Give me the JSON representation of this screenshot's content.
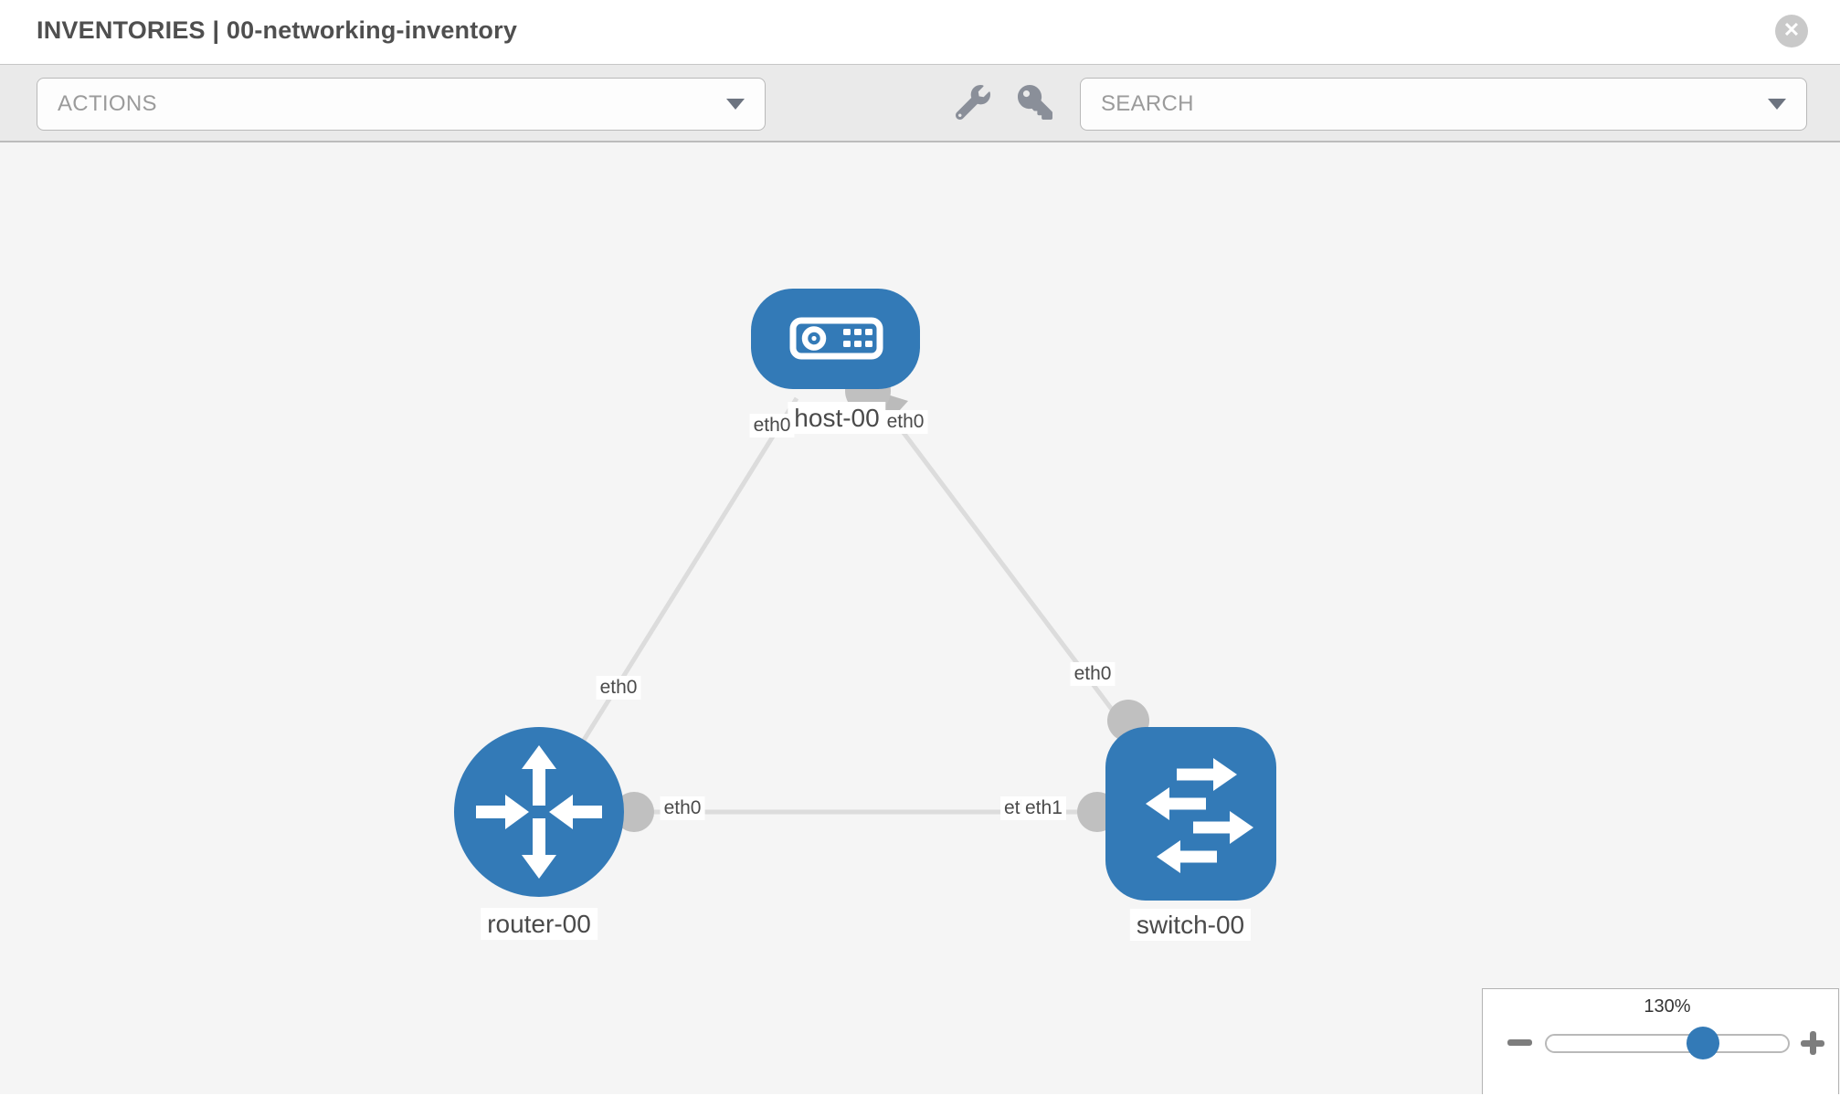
{
  "header": {
    "title": "INVENTORIES | 00-networking-inventory",
    "close_label": "✕"
  },
  "toolbar": {
    "actions_placeholder": "ACTIONS",
    "search_placeholder": "SEARCH",
    "icons": [
      {
        "name": "wrench-icon"
      },
      {
        "name": "key-icon"
      }
    ]
  },
  "topology": {
    "nodes": [
      {
        "id": "host-00",
        "type": "host",
        "label": "host-00"
      },
      {
        "id": "router-00",
        "type": "router",
        "label": "router-00"
      },
      {
        "id": "switch-00",
        "type": "switch",
        "label": "switch-00"
      }
    ],
    "links": [
      {
        "from": "router-00",
        "to": "host-00",
        "from_iface": "eth0",
        "to_iface": "eth0"
      },
      {
        "from": "switch-00",
        "to": "host-00",
        "from_iface": "eth0",
        "to_iface": "eth0"
      },
      {
        "from": "router-00",
        "to": "switch-00",
        "from_iface": "eth0",
        "to_iface": "eth1"
      }
    ],
    "iface_labels": [
      {
        "text": "eth0"
      },
      {
        "text": "eth0"
      },
      {
        "text": "eth0"
      },
      {
        "text": "eth0"
      },
      {
        "text": "eth0"
      },
      {
        "text": "eth0"
      },
      {
        "text": "eth1"
      }
    ]
  },
  "zoom_control": {
    "level": "130%"
  },
  "colors": {
    "node_blue": "#337ab7",
    "link_gray": "#dcdcdc",
    "interface_gray": "#c0c0c0",
    "toolbar_bg": "#eaeaea",
    "canvas_bg": "#f5f5f5",
    "icon_gray": "#8a8f99",
    "label_text": "#4a4a4a"
  }
}
